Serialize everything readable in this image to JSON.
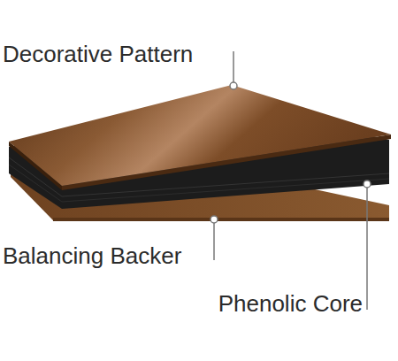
{
  "diagram": {
    "labels": [
      "Decorative Pattern",
      "Balancing Backer",
      "Phenolic Core"
    ]
  }
}
